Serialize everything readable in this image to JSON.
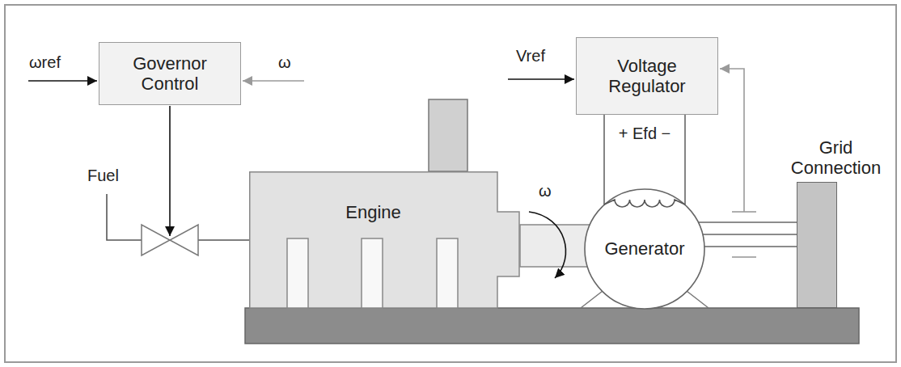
{
  "diagram": {
    "nodes": [
      {
        "text": [
          "Governor Control"
        ]
      },
      {
        "text": [
          "Voltage Regulator"
        ]
      },
      {
        "text": [
          "Engine"
        ]
      },
      {
        "text": [
          "Generator"
        ]
      },
      {
        "text": [
          "Grid Connection"
        ]
      }
    ],
    "edges": [
      {
        "from": 1,
        "to": 3,
        "arrow": "none"
      },
      {
        "from": 1,
        "to": 3,
        "arrow": "none"
      },
      {
        "from": 3,
        "to": 4,
        "arrow": "none"
      },
      {
        "from": 3,
        "to": 4,
        "arrow": "none"
      },
      {
        "from": 3,
        "to": 4,
        "arrow": "none"
      }
    ],
    "labels": [
      "ωref",
      "ω",
      "Vref",
      "+ Efd −",
      "Fuel",
      "ω"
    ]
  }
}
